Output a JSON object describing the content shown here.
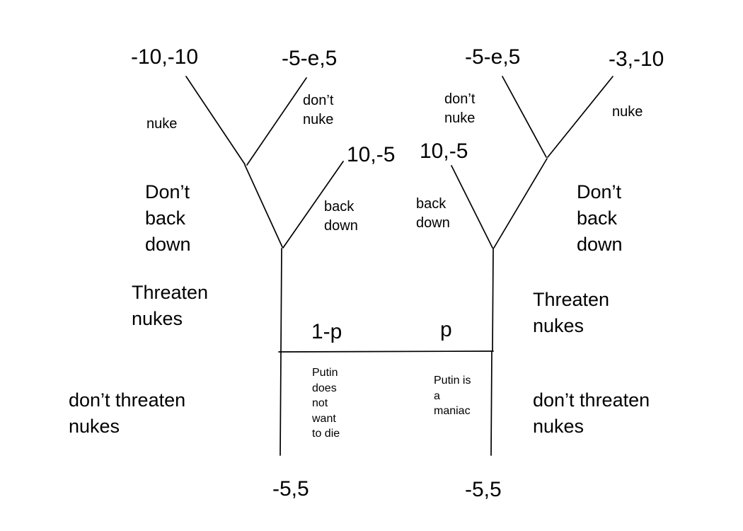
{
  "diagram": {
    "type": "game-tree",
    "background": "#ffffff",
    "line_color": "#000000",
    "left": {
      "payoff_nuke": "-10,-10",
      "payoff_dont_nuke": "-5-e,5",
      "payoff_back_down": "10,-5",
      "payoff_dont_threaten": "-5,5",
      "edge_nuke": "nuke",
      "edge_dont_nuke": "don’t\nnuke",
      "edge_back_down": "back\ndown",
      "edge_dont_back_down": "Don’t\nback\ndown",
      "edge_threaten": "Threaten\nnukes",
      "edge_dont_threaten": "don’t threaten\nnukes",
      "probability": "1-p",
      "chance_state": "Putin\ndoes\nnot\nwant\nto die"
    },
    "right": {
      "payoff_dont_nuke": "-5-e,5",
      "payoff_nuke": "-3,-10",
      "payoff_back_down": "10,-5",
      "payoff_dont_threaten": "-5,5",
      "edge_dont_nuke": "don’t\nnuke",
      "edge_nuke": "nuke",
      "edge_back_down": "back\ndown",
      "edge_dont_back_down": "Don’t\nback\ndown",
      "edge_threaten": "Threaten\nnukes",
      "edge_dont_threaten": "don’t threaten\nnukes",
      "probability": "p",
      "chance_state": "Putin is\na\nmaniac"
    }
  }
}
